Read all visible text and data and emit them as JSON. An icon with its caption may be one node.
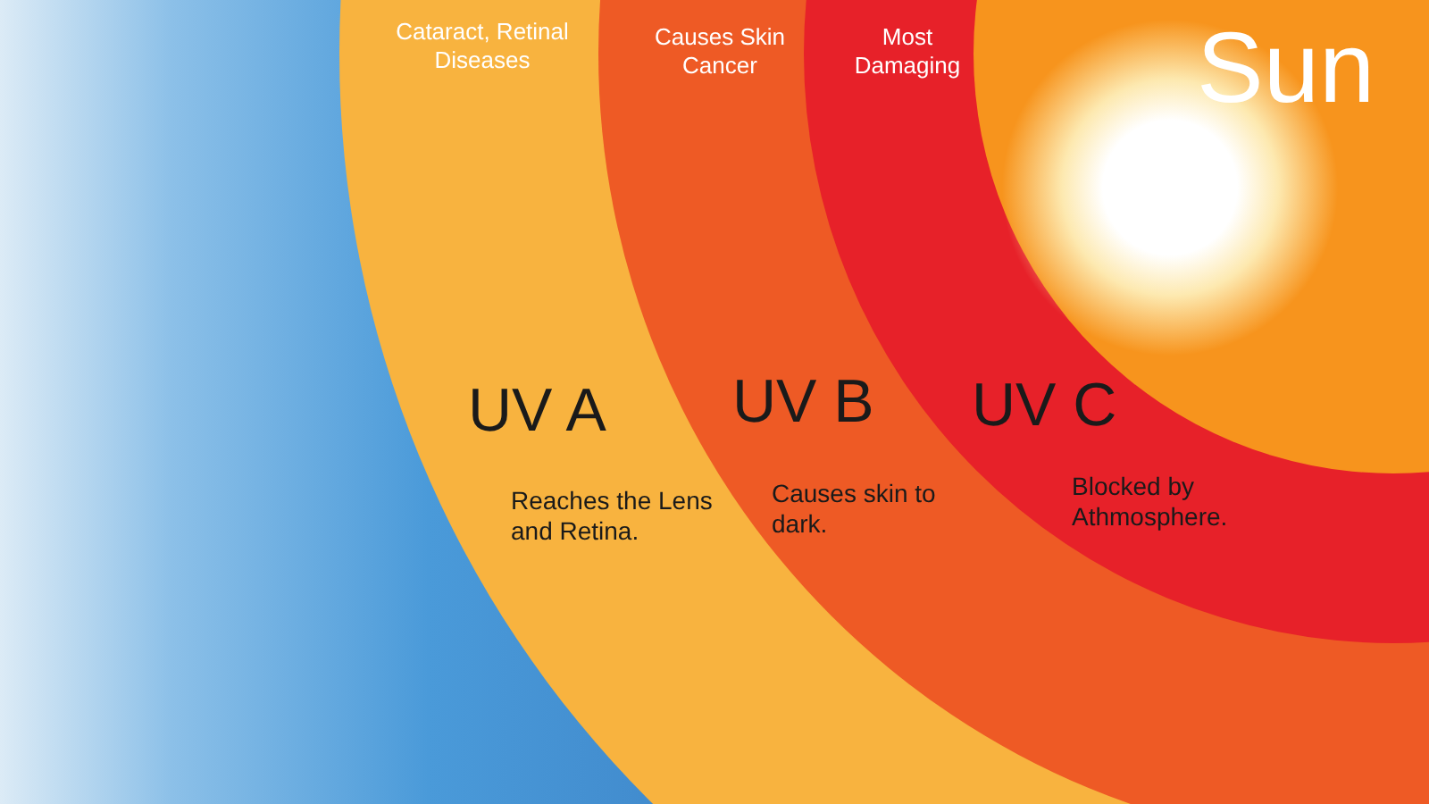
{
  "diagram": {
    "nodes": [
      {
        "text": [
          "Cataract, Retinal Diseases"
        ]
      },
      {
        "text": [
          "Causes Skin Cancer"
        ],
        "in": 0
      },
      {
        "text": [
          "Most Damaging"
        ],
        "in": 1
      },
      {
        "text": [
          "Sun"
        ],
        "in": 2
      }
    ],
    "labels": [
      "UV A",
      "UV B",
      "UV C",
      "Reaches the Lens and Retina.",
      "Causes skin to dark.",
      "Blocked by Athmosphere."
    ]
  }
}
